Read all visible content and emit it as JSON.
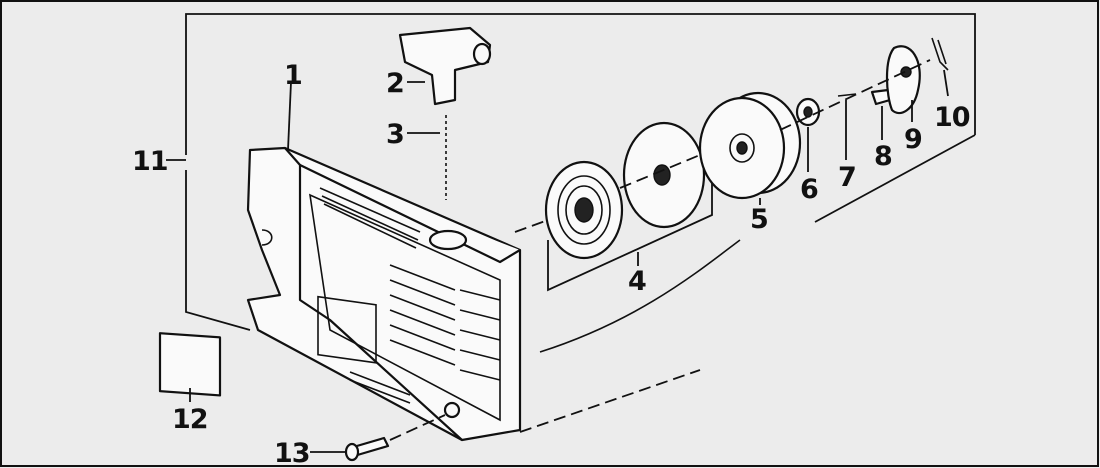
{
  "diagram": {
    "callouts": [
      {
        "id": "c1",
        "text": "1"
      },
      {
        "id": "c2",
        "text": "2"
      },
      {
        "id": "c3",
        "text": "3"
      },
      {
        "id": "c4",
        "text": "4"
      },
      {
        "id": "c5",
        "text": "5"
      },
      {
        "id": "c6",
        "text": "6"
      },
      {
        "id": "c7",
        "text": "7"
      },
      {
        "id": "c8",
        "text": "8"
      },
      {
        "id": "c9",
        "text": "9"
      },
      {
        "id": "c10",
        "text": "10"
      },
      {
        "id": "c11",
        "text": "11"
      },
      {
        "id": "c12",
        "text": "12"
      },
      {
        "id": "c13",
        "text": "13"
      }
    ],
    "colors": {
      "ink": "#111111",
      "paper": "#ececec",
      "part_fill": "#fafafa"
    }
  }
}
